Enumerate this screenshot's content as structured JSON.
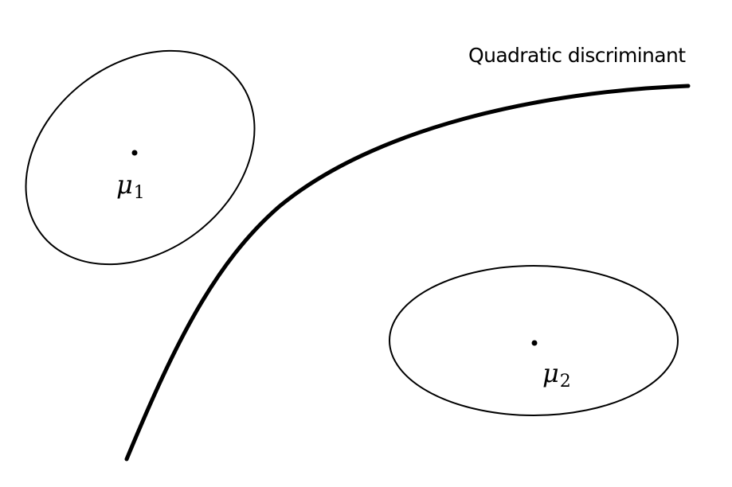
{
  "diagram": {
    "curve_label": "Quadratic discriminant",
    "classes": [
      {
        "symbol": "μ",
        "subscript": "1"
      },
      {
        "symbol": "μ",
        "subscript": "2"
      }
    ],
    "colors": {
      "stroke": "#000000",
      "background": "#ffffff"
    }
  }
}
